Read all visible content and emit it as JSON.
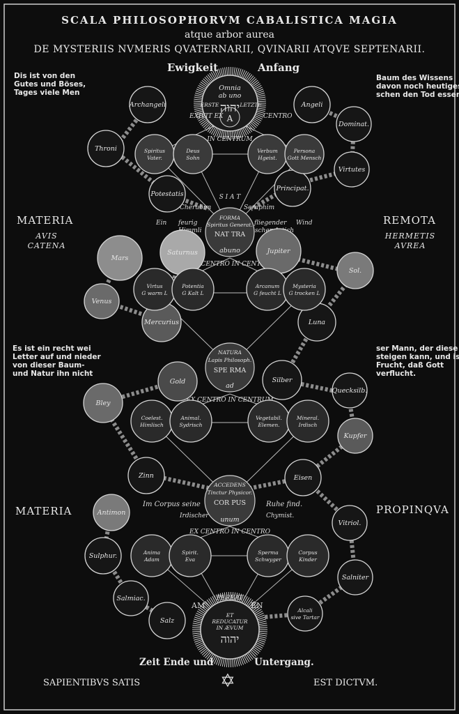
{
  "title": {
    "line1": "SCALA PHILOSOPHORVM CABALISTICA MAGIA",
    "line2": "atque arbor aurea",
    "line3": "DE MYSTERIIS NVMERIS QVATERNARII, QVINARII ATQVE SEPTENARII."
  },
  "side": {
    "top_left": "Dis ist von den\nGutes und Böses,\nTages viele Men",
    "top_right": "Baum des Wissens\ndavon noch heutiges\nschen den Tod essen.",
    "mid_left": "Es ist ein recht wei\nLetter auf und nieder\nvon dieser Baum-\nund Natur ihn nicht",
    "mid_right": "ser Mann, der diese\nsteigen kann, und isset\nFrucht, daß Gott\nverflucht.",
    "materia1": "MATERIA",
    "avis": "AVIS",
    "catena": "CATENA",
    "remota": "REMOTA",
    "hermetis": "HERMETIS",
    "aurea": "AVREA",
    "materia2": "MATERIA",
    "propinqua": "PROPINQVA"
  },
  "top": {
    "ewigkeit": "Ewigkeit",
    "anfang": "Anfang",
    "omnia": "Omnia",
    "ab_uno": "ab uno",
    "yhvh": "יהוה",
    "a": "A",
    "erste": "ERSTE",
    "letzte": "LETZTE",
    "exivit": "EXIVIT EX",
    "centro": "CENTRO"
  },
  "bottom": {
    "zeit": "Zeit Ende und",
    "untergang": "Untergang.",
    "sapientibus": "SAPIENTIBVS SATIS",
    "est": "EST DICTVM.",
    "am": "AM",
    "en": "EN",
    "pereat": "PEREAT",
    "et": "ET",
    "reducatur": "REDUCATUR",
    "in_aevum": "IN ÆVUM",
    "yhvh": "יהוה",
    "star": "✡"
  },
  "centers": {
    "c1": {
      "l1": "FORMA",
      "l2": "Spiritus Generat.",
      "l3": "NAT TRA",
      "l4": "abuno",
      "caption": "EX CENTRO IN CENTRV"
    },
    "c2": {
      "l1": "NATURA",
      "l2": "Lapis Philosoph.",
      "l3": "SPE RMA",
      "l4": "ad",
      "caption": "EX CENTRO IN CENTRUM"
    },
    "c3": {
      "l1": "ACCEDENS",
      "l2": "Tinctur Physicor.",
      "l3": "COR PUS",
      "l4": "unum",
      "caption": "EX CENTRO IN CENTRO"
    },
    "in_centrum": "IN CENTRUM"
  },
  "phrases": {
    "siat": "S I A T",
    "cherubim": "Cherubim",
    "seraphim": "Seraphim",
    "ein": "Ein",
    "feurig": "feurig",
    "himmli": "Himmli",
    "fliegender": "fliegender",
    "scher_artich": "scher Artich",
    "wind": "Wind",
    "im_corpus": "Im Corpus seine",
    "ruhe": "Ruhe find.",
    "irdischer": "Irdischer",
    "chymist": "Chymist."
  },
  "nodes": {
    "archangeli": "Archangeli",
    "angeli": "Angeli",
    "dominat": "Dominat.",
    "throni": "Throni",
    "virtutes": "Virtutes",
    "potestatis": "Potestatis",
    "principat": "Principat.",
    "spiritus_vater": "Spiritus Vater.",
    "deus_sohn": "Deus Sohn",
    "verbum": "Verbum Hgeist.",
    "persona": "Persona Gott Mensch",
    "mars": "Mars",
    "saturnus": "Saturnus",
    "jupiter": "Jupiter",
    "sol": "Sol.",
    "venus": "Venus",
    "mercurius": "Mercurius",
    "luna": "Luna",
    "virtus_warm": "Virtus G warm L",
    "potentia_kalt": "Potentia G Kalt L",
    "arcanum_feucht": "Arcanum G feucht L",
    "mysteria_trocken": "Mysteria G trocken L",
    "gold": "Gold",
    "silber": "Silber",
    "bley": "Bley",
    "quecksilb": "Quecksilb.",
    "kupfer": "Kupfer",
    "coelest": "Coelest. Himlisch",
    "animal": "Animal. Sydrisch",
    "vegetabil": "Vegetabil. Elemen.",
    "mineral": "Mineral. Irdisch",
    "zinn": "Zinn",
    "eisen": "Eisen",
    "antimon": "Antimon",
    "vitriol": "Vitriol.",
    "anima_adam": "Anima Adam",
    "spirit_eva": "Spirit. Eva",
    "sperma": "Sperma Schwyger",
    "corpus_kinder": "Corpus Kinder",
    "sulphur": "Sulphur.",
    "salniter": "Salniter",
    "salmiac": "Salmiac.",
    "alcali": "Alcali sive Tartar",
    "salz": "Salz"
  }
}
